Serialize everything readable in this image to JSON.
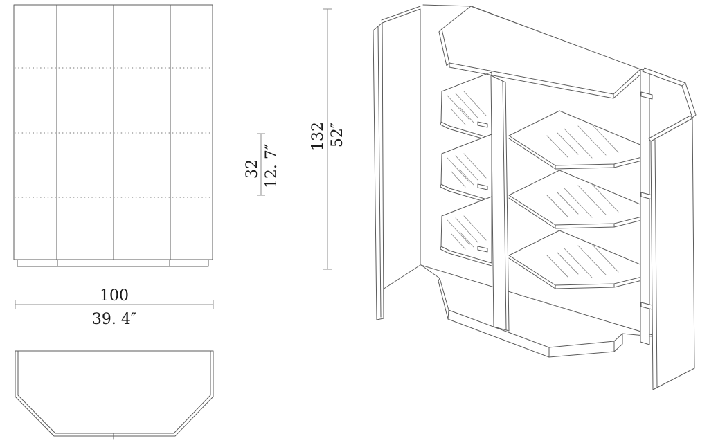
{
  "dimensions": {
    "width": {
      "cm": "100",
      "inch": "39. 4″"
    },
    "shelf_spacing": {
      "cm": "32",
      "inch": "12. 7″"
    },
    "height": {
      "cm": "132",
      "inch": "52″"
    }
  },
  "colors": {
    "geometry_line": "#5b5b5b",
    "dimension_line": "#8c8c8c",
    "text": "#1b1b1b",
    "background": "#ffffff"
  }
}
